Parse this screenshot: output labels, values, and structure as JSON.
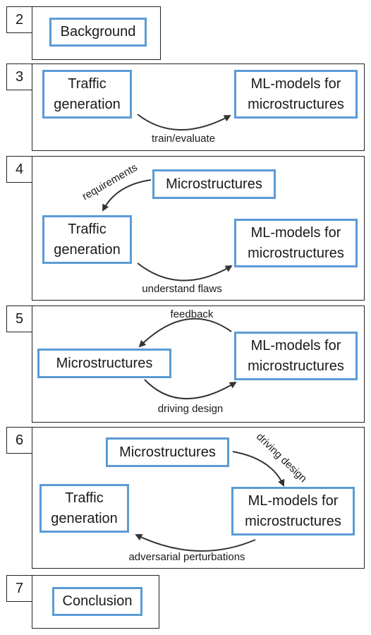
{
  "sections": [
    {
      "number": "2",
      "boxes": {
        "background": "Background"
      }
    },
    {
      "number": "3",
      "boxes": {
        "traffic": "Traffic\ngeneration",
        "ml": "ML-models for\nmicrostructures"
      },
      "edges": {
        "train": "train/evaluate"
      }
    },
    {
      "number": "4",
      "boxes": {
        "micro": "Microstructures",
        "traffic": "Traffic\ngeneration",
        "ml": "ML-models for\nmicrostructures"
      },
      "edges": {
        "requirements": "requirements",
        "flaws": "understand flaws"
      }
    },
    {
      "number": "5",
      "boxes": {
        "micro": "Microstructures",
        "ml": "ML-models for\nmicrostructures"
      },
      "edges": {
        "feedback": "feedback",
        "driving": "driving design"
      }
    },
    {
      "number": "6",
      "boxes": {
        "micro": "Microstructures",
        "ml": "ML-models for\nmicrostructures",
        "traffic": "Traffic\ngeneration"
      },
      "edges": {
        "driving": "driving design",
        "adversarial": "adversarial perturbations"
      }
    },
    {
      "number": "7",
      "boxes": {
        "conclusion": "Conclusion"
      }
    }
  ],
  "colors": {
    "box_border": "#5b9bd5",
    "panel_border": "#222222",
    "arrow": "#333333"
  }
}
